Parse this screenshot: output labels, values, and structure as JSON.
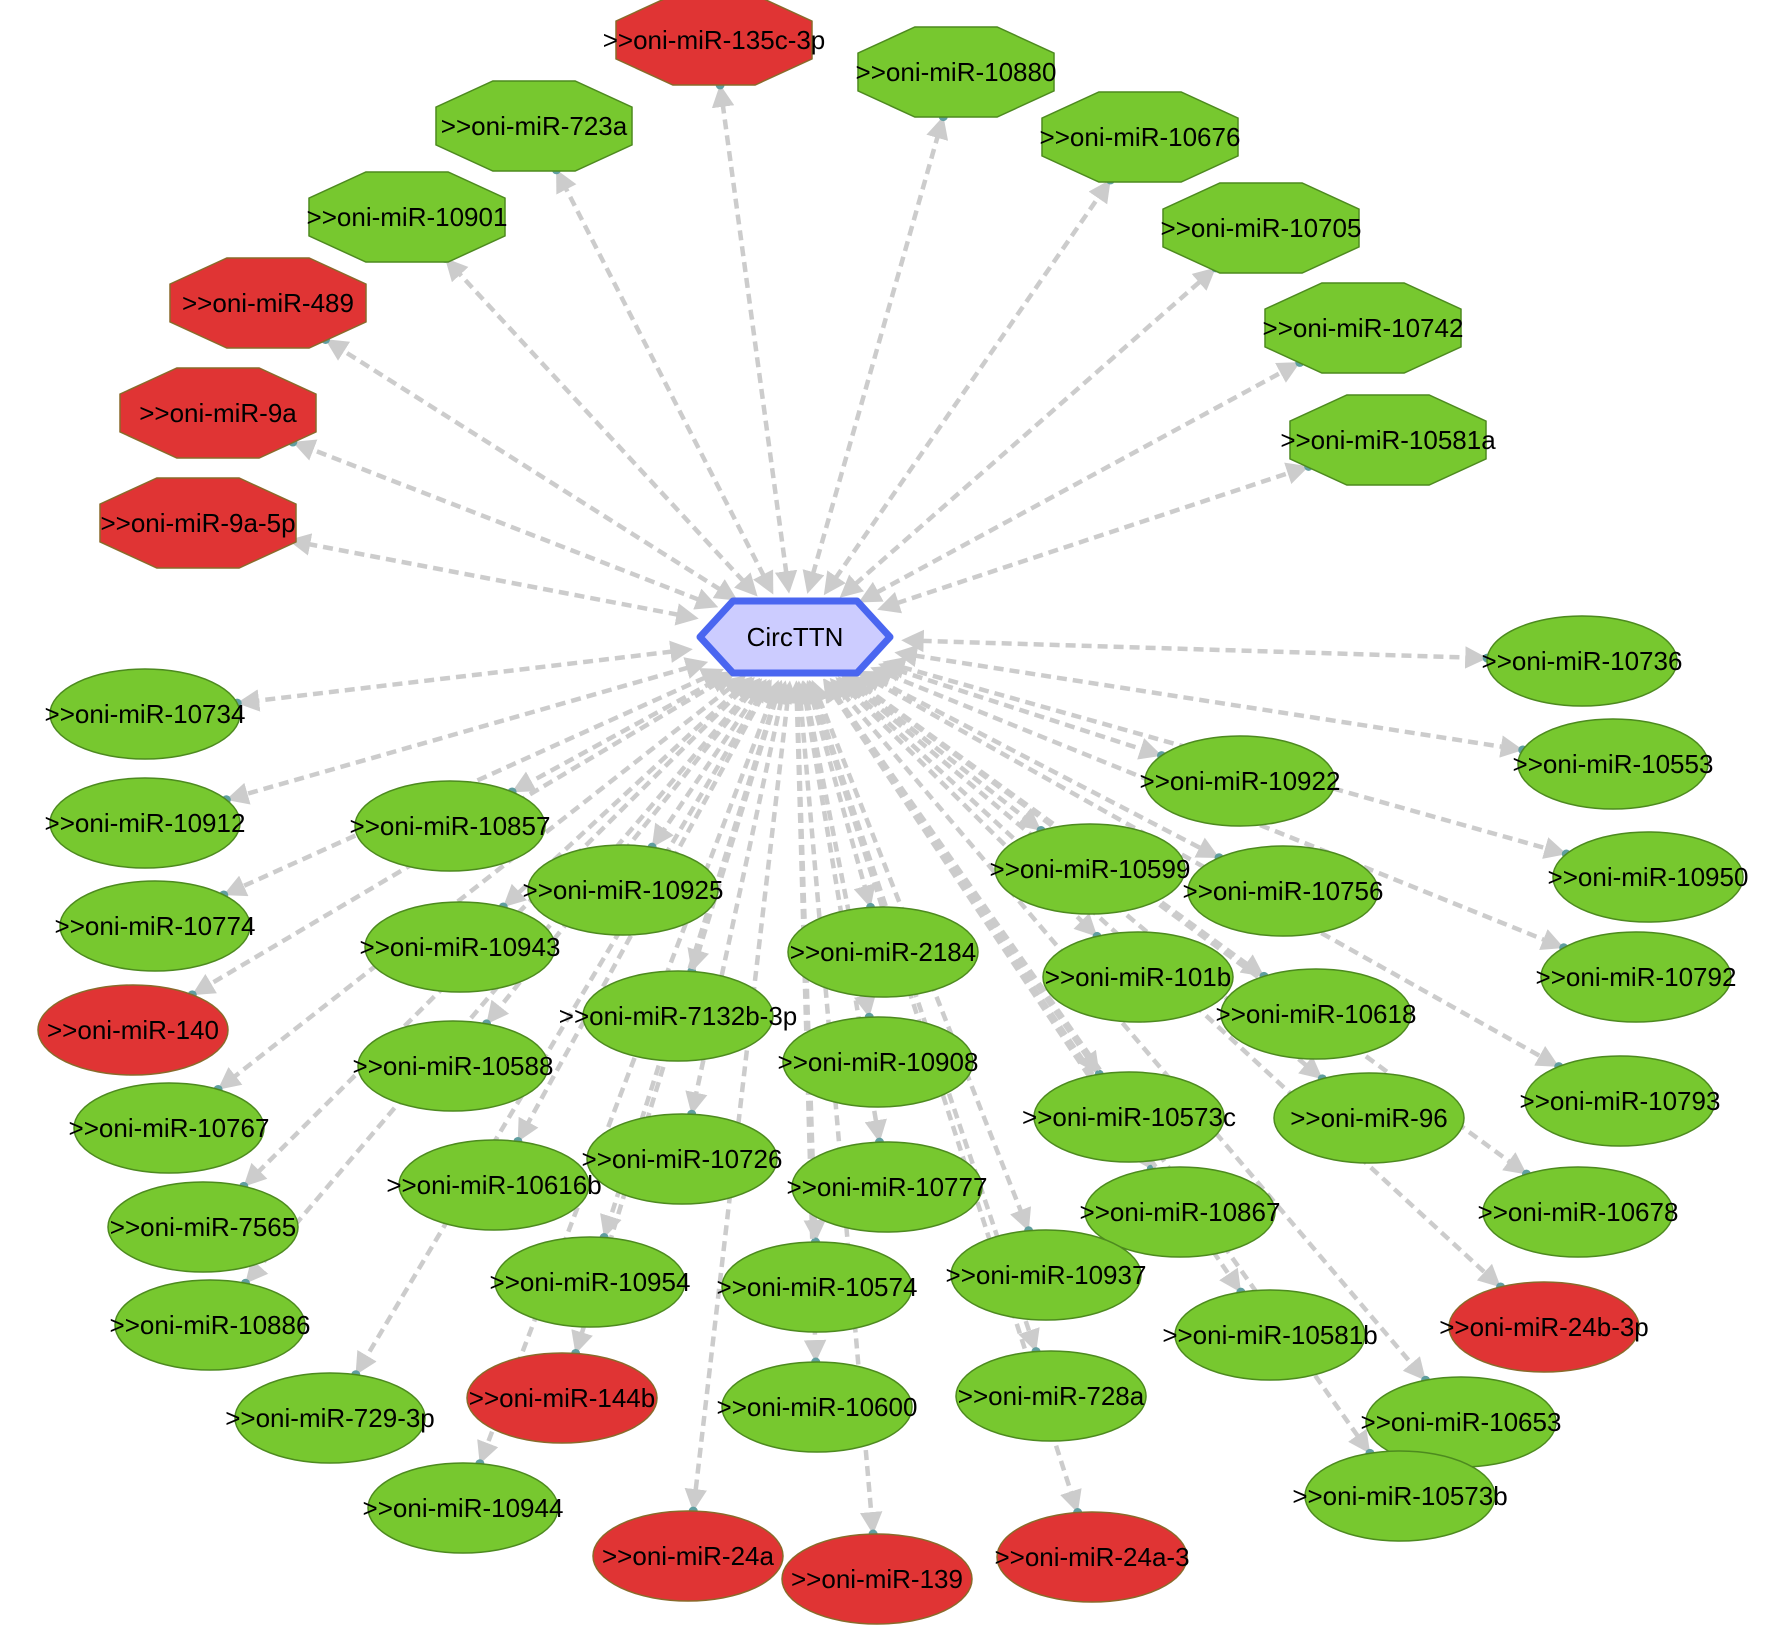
{
  "colors": {
    "edge": "#cccccc",
    "green_fill": "#77c82f",
    "green_stroke": "#4d8a1f",
    "red_fill": "#e03434",
    "red_stroke": "#8a6a2a",
    "center_fill": "#ccccff",
    "center_stroke": "#4a66f0",
    "arrow_tip": "#5f9ea0",
    "label": "#000000"
  },
  "center": {
    "label": "CircTTN",
    "shape": "hexagon"
  },
  "nodes": [
    {
      "label": ">>oni-miR-135c-3p",
      "shape": "octagon",
      "color": "red"
    },
    {
      "label": ">>oni-miR-10880",
      "shape": "octagon",
      "color": "green"
    },
    {
      "label": ">>oni-miR-723a",
      "shape": "octagon",
      "color": "green"
    },
    {
      "label": ">>oni-miR-10676",
      "shape": "octagon",
      "color": "green"
    },
    {
      "label": ">>oni-miR-10901",
      "shape": "octagon",
      "color": "green"
    },
    {
      "label": ">>oni-miR-10705",
      "shape": "octagon",
      "color": "green"
    },
    {
      "label": ">>oni-miR-489",
      "shape": "octagon",
      "color": "red"
    },
    {
      "label": ">>oni-miR-10742",
      "shape": "octagon",
      "color": "green"
    },
    {
      "label": ">>oni-miR-9a",
      "shape": "octagon",
      "color": "red"
    },
    {
      "label": ">>oni-miR-10581a",
      "shape": "octagon",
      "color": "green"
    },
    {
      "label": ">>oni-miR-9a-5p",
      "shape": "octagon",
      "color": "red"
    },
    {
      "label": ">>oni-miR-10736",
      "shape": "ellipse",
      "color": "green"
    },
    {
      "label": ">>oni-miR-10734",
      "shape": "ellipse",
      "color": "green"
    },
    {
      "label": ">>oni-miR-10553",
      "shape": "ellipse",
      "color": "green"
    },
    {
      "label": ">>oni-miR-10922",
      "shape": "ellipse",
      "color": "green"
    },
    {
      "label": ">>oni-miR-10912",
      "shape": "ellipse",
      "color": "green"
    },
    {
      "label": ">>oni-miR-10857",
      "shape": "ellipse",
      "color": "green"
    },
    {
      "label": ">>oni-miR-10599",
      "shape": "ellipse",
      "color": "green"
    },
    {
      "label": ">>oni-miR-10950",
      "shape": "ellipse",
      "color": "green"
    },
    {
      "label": ">>oni-miR-10925",
      "shape": "ellipse",
      "color": "green"
    },
    {
      "label": ">>oni-miR-10756",
      "shape": "ellipse",
      "color": "green"
    },
    {
      "label": ">>oni-miR-10774",
      "shape": "ellipse",
      "color": "green"
    },
    {
      "label": ">>oni-miR-10943",
      "shape": "ellipse",
      "color": "green"
    },
    {
      "label": ">>oni-miR-2184",
      "shape": "ellipse",
      "color": "green"
    },
    {
      "label": ">>oni-miR-101b",
      "shape": "ellipse",
      "color": "green"
    },
    {
      "label": ">>oni-miR-10792",
      "shape": "ellipse",
      "color": "green"
    },
    {
      "label": ">>oni-miR-140",
      "shape": "ellipse",
      "color": "red"
    },
    {
      "label": ">>oni-miR-7132b-3p",
      "shape": "ellipse",
      "color": "green"
    },
    {
      "label": ">>oni-miR-10618",
      "shape": "ellipse",
      "color": "green"
    },
    {
      "label": ">>oni-miR-10588",
      "shape": "ellipse",
      "color": "green"
    },
    {
      "label": ">>oni-miR-10908",
      "shape": "ellipse",
      "color": "green"
    },
    {
      "label": ">>oni-miR-10767",
      "shape": "ellipse",
      "color": "green"
    },
    {
      "label": ">>oni-miR-96",
      "shape": "ellipse",
      "color": "green"
    },
    {
      "label": ">>oni-miR-10793",
      "shape": "ellipse",
      "color": "green"
    },
    {
      "label": ">>oni-miR-10573c",
      "shape": "ellipse",
      "color": "green"
    },
    {
      "label": ">>oni-miR-10726",
      "shape": "ellipse",
      "color": "green"
    },
    {
      "label": ">>oni-miR-10616b",
      "shape": "ellipse",
      "color": "green"
    },
    {
      "label": ">>oni-miR-10777",
      "shape": "ellipse",
      "color": "green"
    },
    {
      "label": ">>oni-miR-10867",
      "shape": "ellipse",
      "color": "green"
    },
    {
      "label": ">>oni-miR-10678",
      "shape": "ellipse",
      "color": "green"
    },
    {
      "label": ">>oni-miR-7565",
      "shape": "ellipse",
      "color": "green"
    },
    {
      "label": ">>oni-miR-10954",
      "shape": "ellipse",
      "color": "green"
    },
    {
      "label": ">>oni-miR-10574",
      "shape": "ellipse",
      "color": "green"
    },
    {
      "label": ">>oni-miR-10937",
      "shape": "ellipse",
      "color": "green"
    },
    {
      "label": ">>oni-miR-10886",
      "shape": "ellipse",
      "color": "green"
    },
    {
      "label": ">>oni-miR-10581b",
      "shape": "ellipse",
      "color": "green"
    },
    {
      "label": ">>oni-miR-24b-3p",
      "shape": "ellipse",
      "color": "red"
    },
    {
      "label": ">>oni-miR-729-3p",
      "shape": "ellipse",
      "color": "green"
    },
    {
      "label": ">>oni-miR-144b",
      "shape": "ellipse",
      "color": "red"
    },
    {
      "label": ">>oni-miR-10600",
      "shape": "ellipse",
      "color": "green"
    },
    {
      "label": ">>oni-miR-728a",
      "shape": "ellipse",
      "color": "green"
    },
    {
      "label": ">>oni-miR-10653",
      "shape": "ellipse",
      "color": "green"
    },
    {
      "label": ">>oni-miR-10944",
      "shape": "ellipse",
      "color": "green"
    },
    {
      "label": ">>oni-miR-10573b",
      "shape": "ellipse",
      "color": "green"
    },
    {
      "label": ">>oni-miR-24a",
      "shape": "ellipse",
      "color": "red"
    },
    {
      "label": ">>oni-miR-139",
      "shape": "ellipse",
      "color": "red"
    },
    {
      "label": ">>oni-miR-24a-3",
      "shape": "ellipse",
      "color": "red"
    }
  ]
}
